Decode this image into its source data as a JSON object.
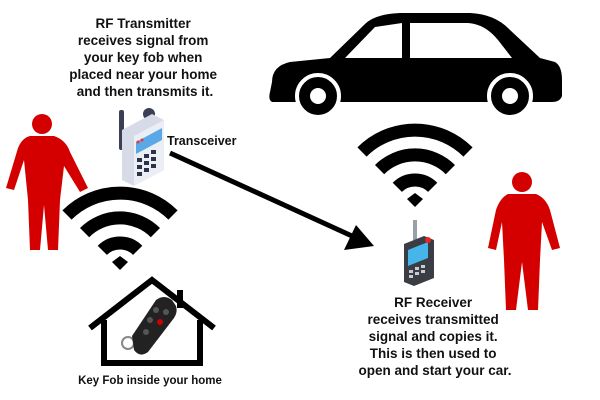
{
  "transmitter_caption": {
    "lines": [
      "RF Transmitter",
      "receives signal from",
      "your key fob when",
      "placed near your home",
      "and then transmits it."
    ]
  },
  "transceiver_label": "Transceiver",
  "keyfob_caption": "Key Fob inside your home",
  "receiver_caption": {
    "lines": [
      "RF Receiver",
      "receives transmitted",
      "signal and copies it.",
      "This is then used to",
      "open and start your car."
    ]
  },
  "icons": [
    "car-icon",
    "person-icon",
    "wifi-signal-icon",
    "transceiver-icon",
    "receiver-icon",
    "house-icon",
    "key-fob-icon",
    "arrow-icon"
  ],
  "colors": {
    "person": "#d40000",
    "silhouette": "#000000",
    "screen": "#5aa9e6",
    "device": "#d7dbe8"
  }
}
